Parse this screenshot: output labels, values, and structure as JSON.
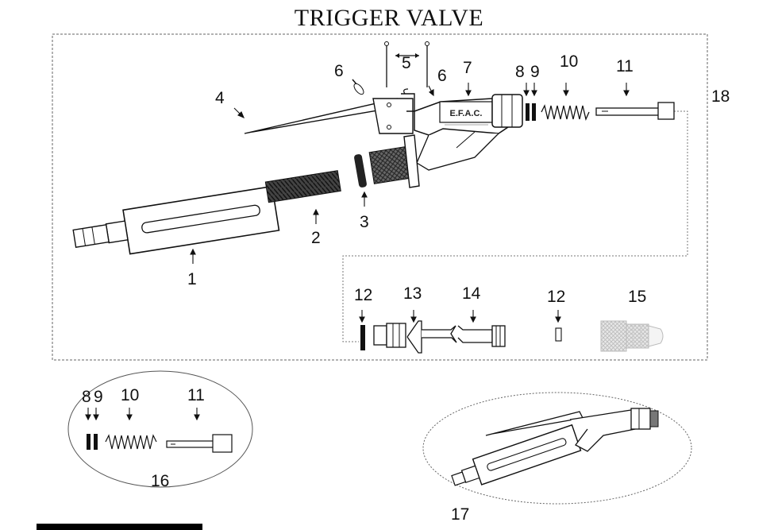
{
  "title": "TRIGGER VALVE",
  "brand_text": "E.F.A.C.",
  "labels": {
    "l1": "1",
    "l2": "2",
    "l3": "3",
    "l4": "4",
    "l5": "5",
    "l6a": "6",
    "l6b": "6",
    "l7": "7",
    "l8": "8",
    "l9": "9",
    "l10": "10",
    "l11": "11",
    "l18": "18",
    "l12a": "12",
    "l13": "13",
    "l14": "14",
    "l12b": "12",
    "l15": "15",
    "s8": "8",
    "s9": "9",
    "s10": "10",
    "s11": "11",
    "l16": "16",
    "l17": "17"
  }
}
